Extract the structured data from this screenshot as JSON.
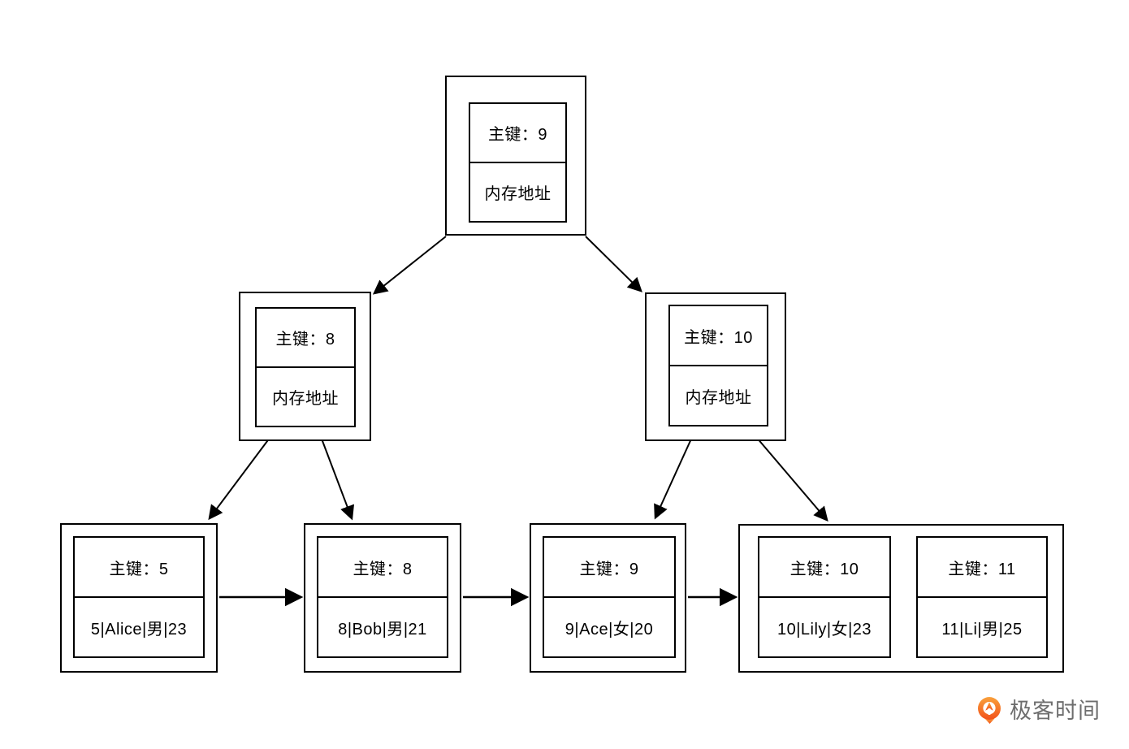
{
  "diagram": {
    "type": "bplus-tree-primary-key-index",
    "nodes": {
      "root": {
        "key": "主键：9",
        "value": "内存地址"
      },
      "branch_left": {
        "key": "主键：8",
        "value": "内存地址"
      },
      "branch_right": {
        "key": "主键：10",
        "value": "内存地址"
      },
      "leaf_5": {
        "key": "主键：5",
        "value": "5|Alice|男|23"
      },
      "leaf_8": {
        "key": "主键：8",
        "value": "8|Bob|男|21"
      },
      "leaf_9": {
        "key": "主键：9",
        "value": "9|Ace|女|20"
      },
      "leaf_10": {
        "key": "主键：10",
        "value": "10|Lily|女|23"
      },
      "leaf_11": {
        "key": "主键：11",
        "value": "11|Li|男|25"
      }
    },
    "edges": [
      {
        "from": "root",
        "to": "branch_left",
        "style": "child"
      },
      {
        "from": "root",
        "to": "branch_right",
        "style": "child"
      },
      {
        "from": "branch_left",
        "to": "leaf_5",
        "style": "child"
      },
      {
        "from": "branch_left",
        "to": "leaf_8",
        "style": "child"
      },
      {
        "from": "branch_right",
        "to": "leaf_9",
        "style": "child"
      },
      {
        "from": "branch_right",
        "to": "leaf_10_11",
        "style": "child"
      },
      {
        "from": "leaf_5",
        "to": "leaf_8",
        "style": "sibling"
      },
      {
        "from": "leaf_8",
        "to": "leaf_9",
        "style": "sibling"
      },
      {
        "from": "leaf_9",
        "to": "leaf_10_11",
        "style": "sibling"
      }
    ],
    "line_color": "#000000"
  },
  "branding": {
    "name": "极客时间",
    "icon": "geektime-q-pin-icon",
    "accent_color_top": "#F9A13C",
    "accent_color_bottom": "#F2511B",
    "text_color": "#6E6E6E"
  },
  "canvas": {
    "background": "#FFFFFF"
  }
}
